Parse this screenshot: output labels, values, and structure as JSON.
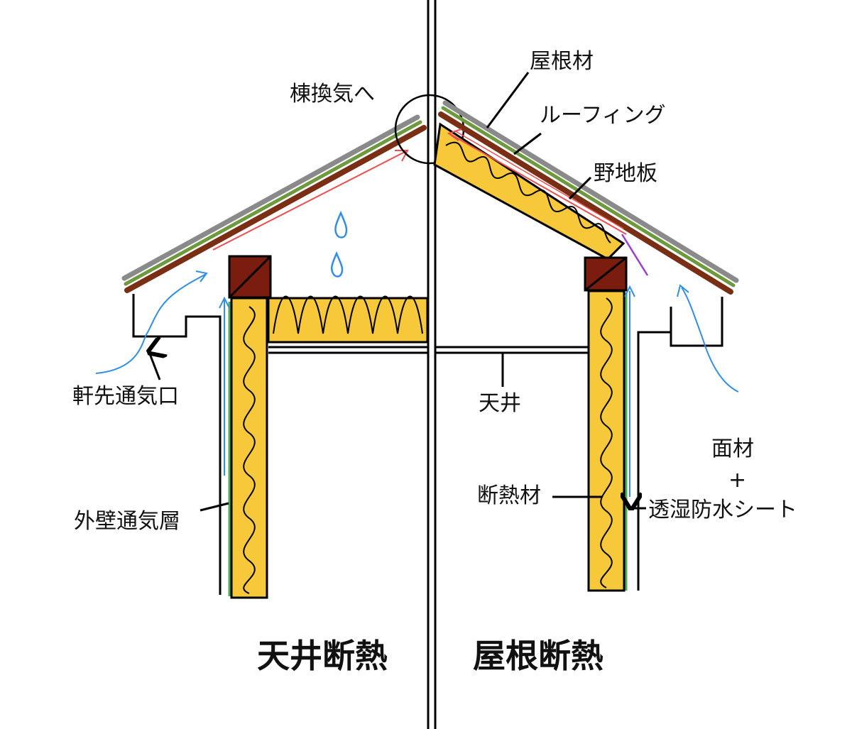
{
  "labels": {
    "roof_material": "屋根材",
    "roofing": "ルーフィング",
    "sheathing": "野地板",
    "to_ridge_vent": "棟換気へ",
    "eave_vent": "軒先通気口",
    "ceiling": "天井",
    "face_material": "面材",
    "plus": "+",
    "breathable_sheet": "透湿防水シート",
    "insulation": "断熱材",
    "wall_air_layer": "外壁通気層"
  },
  "titles": {
    "ceiling_insulation": "天井断熱",
    "roof_insulation": "屋根断熱"
  },
  "colors": {
    "roof_gray": "#8a8a8a",
    "roofing_green": "#6e9a3e",
    "sheathing_brown": "#7a2e14",
    "insulation_yellow": "#f7c93a",
    "beam_brown": "#7a1c0e",
    "airflow_blue": "#2f8ee6",
    "airflow_red": "#ee4d4d",
    "vapor_green": "#4caf50",
    "seal_purple": "#9b3fd4"
  }
}
